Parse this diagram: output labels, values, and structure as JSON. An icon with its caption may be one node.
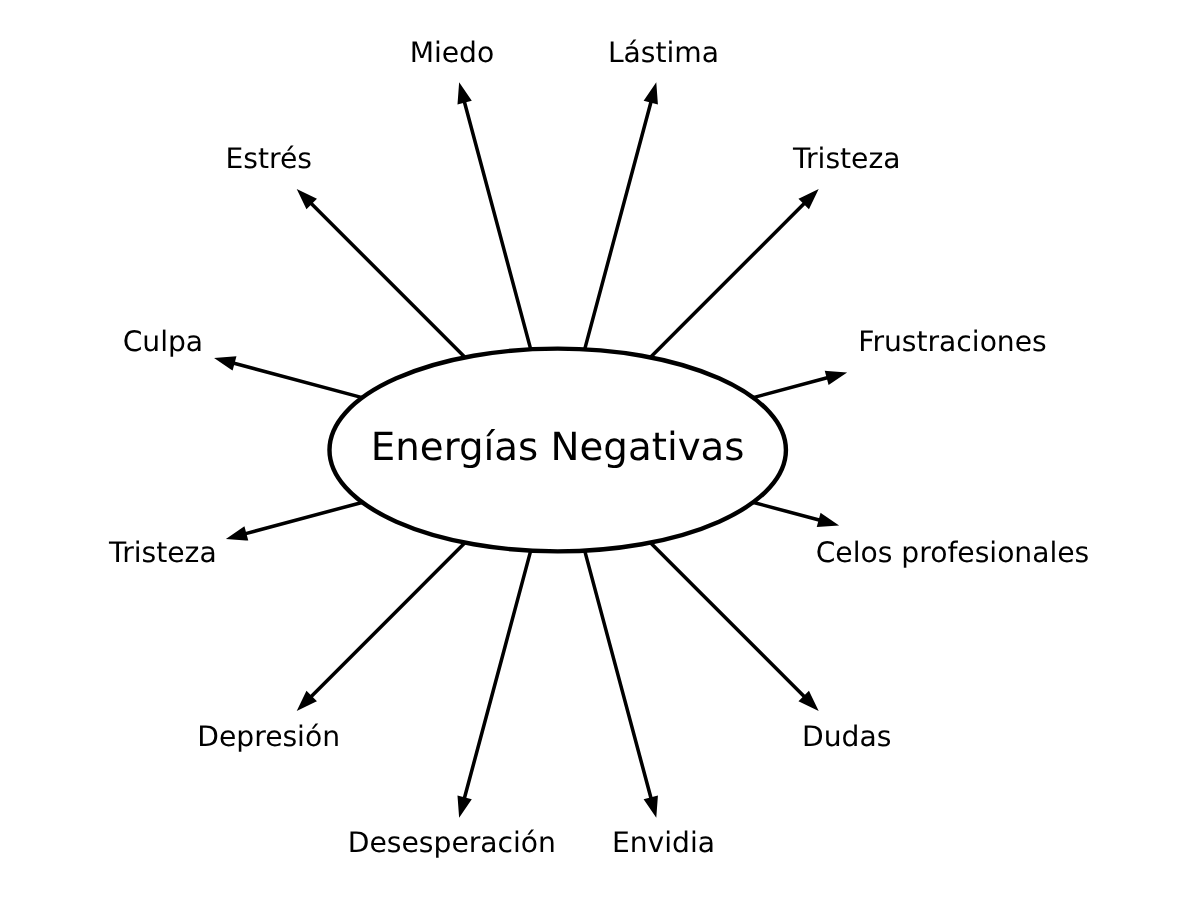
{
  "diagram": {
    "nodes": [
      {
        "text": [
          "Energías Negativas"
        ]
      },
      {
        "text": [
          "Frustraciones"
        ]
      },
      {
        "text": [
          "Tristeza"
        ]
      },
      {
        "text": [
          "Lástima"
        ]
      },
      {
        "text": [
          "Miedo"
        ]
      },
      {
        "text": [
          "Estrés"
        ]
      },
      {
        "text": [
          "Culpa"
        ]
      },
      {
        "text": [
          "Tristeza"
        ]
      },
      {
        "text": [
          "Depresión"
        ]
      },
      {
        "text": [
          "Desesperación"
        ]
      },
      {
        "text": [
          "Envidia"
        ]
      },
      {
        "text": [
          "Dudas"
        ]
      },
      {
        "text": [
          "Celos profesionales"
        ]
      }
    ],
    "edges": [
      {
        "from": 0,
        "to": 1,
        "arrow": "to"
      },
      {
        "from": 0,
        "to": 2,
        "arrow": "to"
      },
      {
        "from": 0,
        "to": 3,
        "arrow": "to"
      },
      {
        "from": 0,
        "to": 4,
        "arrow": "to"
      },
      {
        "from": 0,
        "to": 5,
        "arrow": "to"
      },
      {
        "from": 0,
        "to": 6,
        "arrow": "to"
      },
      {
        "from": 0,
        "to": 7,
        "arrow": "to"
      },
      {
        "from": 0,
        "to": 8,
        "arrow": "to"
      },
      {
        "from": 0,
        "to": 9,
        "arrow": "to"
      },
      {
        "from": 0,
        "to": 10,
        "arrow": "to"
      },
      {
        "from": 0,
        "to": 11,
        "arrow": "to"
      },
      {
        "from": 0,
        "to": 12,
        "arrow": "to"
      }
    ]
  }
}
